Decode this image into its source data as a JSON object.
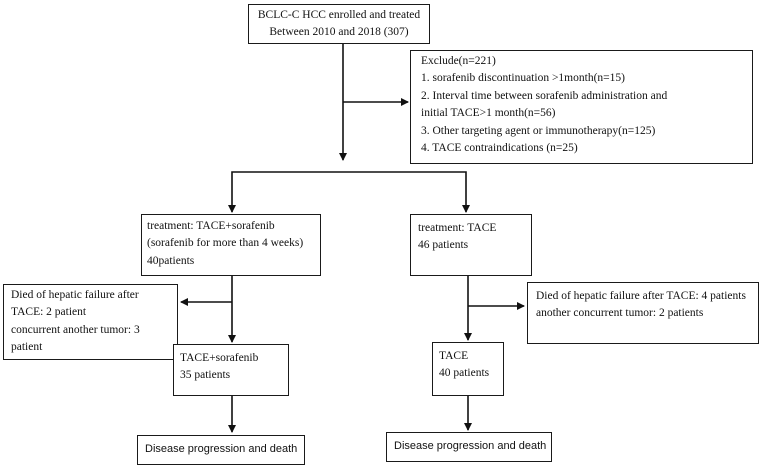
{
  "enrolled": [
    "BCLC-C HCC enrolled and treated",
    "Between 2010 and 2018 (307)"
  ],
  "exclude": {
    "title": "Exclude(n=221)",
    "items": [
      "1.   sorafenib discontinuation >1month(n=15)",
      "2.   Interval time between sorafenib administration and",
      "initial TACE>1 month(n=56)",
      "3.   Other targeting agent or immunotherapy(n=125)",
      "4.   TACE contraindications (n=25)"
    ]
  },
  "left_treatment": [
    "treatment: TACE+sorafenib",
    "(sorafenib for more than 4 weeks)",
    "40patients"
  ],
  "right_treatment": [
    "treatment: TACE",
    "46 patients"
  ],
  "left_died": [
    "Died of hepatic failure after",
    "TACE: 2 patient",
    "concurrent another tumor: 3",
    "patient"
  ],
  "right_died": [
    "Died of hepatic failure after TACE: 4 patients",
    "another concurrent tumor: 2 patients"
  ],
  "left_remaining": [
    "TACE+sorafenib",
    "35 patients"
  ],
  "right_remaining": [
    "TACE",
    "40 patients"
  ],
  "left_outcome": "Disease progression and death",
  "right_outcome": "Disease progression and death"
}
